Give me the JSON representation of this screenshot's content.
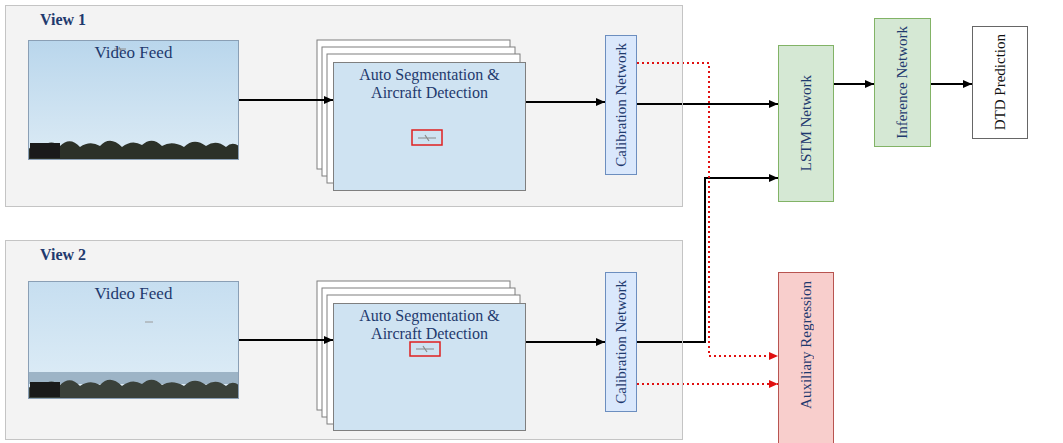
{
  "diagram": {
    "nodes": [
      {
        "text": [
          "View 1"
        ]
      },
      {
        "text": [
          "Video Feed"
        ],
        "in": 0
      },
      {
        "text": [
          "Auto Segmentation & Aircraft Detection"
        ],
        "in": 0
      },
      {
        "text": [
          "Calibration Network"
        ],
        "in": 0
      },
      {
        "text": [
          "View 2"
        ]
      },
      {
        "text": [
          "Video Feed"
        ],
        "in": 4
      },
      {
        "text": [
          "Auto Segmentation & Aircraft Detection"
        ],
        "in": 4
      },
      {
        "text": [
          "Calibration Network"
        ],
        "in": 4
      },
      {
        "text": [
          "LSTM Network"
        ]
      },
      {
        "text": [
          "Inference Network"
        ]
      },
      {
        "text": [
          "DTD Prediction"
        ]
      },
      {
        "text": [
          "Auxiliary Regression"
        ]
      }
    ],
    "edges": [
      {
        "from": 1,
        "to": 2,
        "arrow": "to"
      },
      {
        "from": 2,
        "to": 3,
        "arrow": "to"
      },
      {
        "from": 3,
        "to": 8,
        "arrow": "to"
      },
      {
        "from": 5,
        "to": 6,
        "arrow": "to"
      },
      {
        "from": 6,
        "to": 7,
        "arrow": "to"
      },
      {
        "from": 7,
        "to": 8,
        "arrow": "to"
      },
      {
        "from": 8,
        "to": 9,
        "arrow": "to"
      },
      {
        "from": 9,
        "to": 10,
        "arrow": "to"
      },
      {
        "from": 3,
        "to": 11,
        "arrow": "to"
      },
      {
        "from": 7,
        "to": 11,
        "arrow": "to"
      }
    ]
  }
}
